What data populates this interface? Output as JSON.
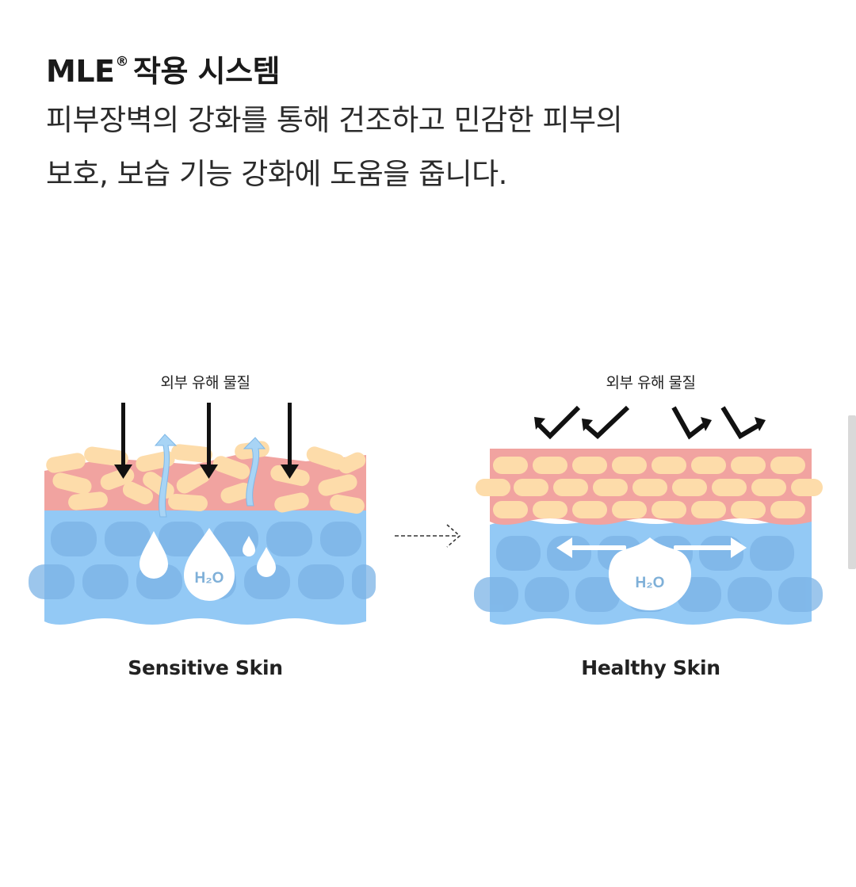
{
  "header": {
    "title": "MLE",
    "title_mark": "®",
    "title_suffix": "작용 시스템",
    "description_line1": "피부장벽의 강화를 통해 건조하고 민감한 피부의",
    "description_line2": "보호, 보습 기능 강화에 도움을 줍니다."
  },
  "left_panel": {
    "harm_label": "외부 유해 물질",
    "water_label": "H₂O",
    "caption": "Sensitive Skin"
  },
  "right_panel": {
    "harm_label": "외부 유해 물질",
    "water_label": "H₂O",
    "caption": "Healthy Skin"
  },
  "colors": {
    "skin_pink": "#f1a3a0",
    "cell_yellow": "#fddcaa",
    "dermis_blue": "#93c9f5",
    "dermis_cell_blue": "#7bb3e6",
    "water_white": "#ffffff",
    "arrow_black": "#111111",
    "up_arrow_blue": "#a8d4f5"
  },
  "icons": {
    "down_arrow": "arrow-down-icon",
    "deflect_arrow": "deflect-arrow-icon",
    "up_arrow": "evaporation-arrow-icon",
    "dashed_arrow": "dashed-arrow-right-icon"
  }
}
